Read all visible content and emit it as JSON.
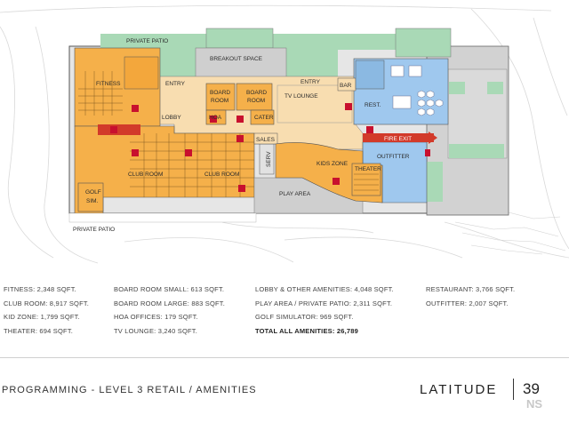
{
  "plan": {
    "labels": {
      "private_patio_top": "PRIVATE PATIO",
      "fitness": "FITNESS",
      "breakout": "BREAKOUT SPACE",
      "entry_left": "ENTRY",
      "entry_mid": "ENTRY",
      "board_room_1": [
        "BOARD",
        "ROOM"
      ],
      "board_room_2": [
        "BOARD",
        "ROOM"
      ],
      "tv_lounge": "TV LOUNGE",
      "bar": "BAR",
      "rest": "REST.",
      "lobby": "LOBBY",
      "hoa": "HOA",
      "cater": "CATER",
      "fire_exit": "FIRE EXIT",
      "sales": "SALES",
      "serv": "SERV",
      "outfitter": "OUTFITTER",
      "kids_zone": "KIDS ZONE",
      "theater": "THEATER",
      "club_room_1": "CLUB ROOM",
      "club_room_2": "CLUB ROOM",
      "golf_sim": [
        "GOLF",
        "SIM."
      ],
      "play_area": "PLAY AREA",
      "private_patio_bottom": "PRIVATE PATIO"
    },
    "colors": {
      "fitness_club": "#f5b04a",
      "lobby": "#f8ddb0",
      "restaurant": "#9fc8ee",
      "patio": "#a9d9b6",
      "service": "#cfcfcf",
      "fire_exit": "#d23a2a"
    }
  },
  "legend": {
    "col1": [
      "FITNESS: 2,348 SQFT.",
      "CLUB ROOM: 8,917 SQFT.",
      "KID ZONE: 1,799 SQFT.",
      "THEATER: 694 SQFT."
    ],
    "col2": [
      "BOARD ROOM SMALL: 613 SQFT.",
      "BOARD ROOM LARGE: 883 SQFT.",
      "HOA OFFICES: 179 SQFT.",
      "TV LOUNGE: 3,240 SQFT."
    ],
    "col3": [
      "LOBBY & OTHER AMENITIES: 4,048 SQFT.",
      "PLAY AREA / PRIVATE PATIO: 2,311 SQFT.",
      "GOLF SIMULATOR: 969 SQFT.",
      "TOTAL ALL AMENITIES: 26,789"
    ],
    "col4": [
      "RESTAURANT: 3,766 SQFT.",
      "OUTFITTER: 2,007 SQFT."
    ]
  },
  "footer": {
    "title": "PROGRAMMING - LEVEL 3 RETAIL / AMENITIES",
    "brand": "LATITUDE",
    "page": "39",
    "watermark": "NS"
  }
}
